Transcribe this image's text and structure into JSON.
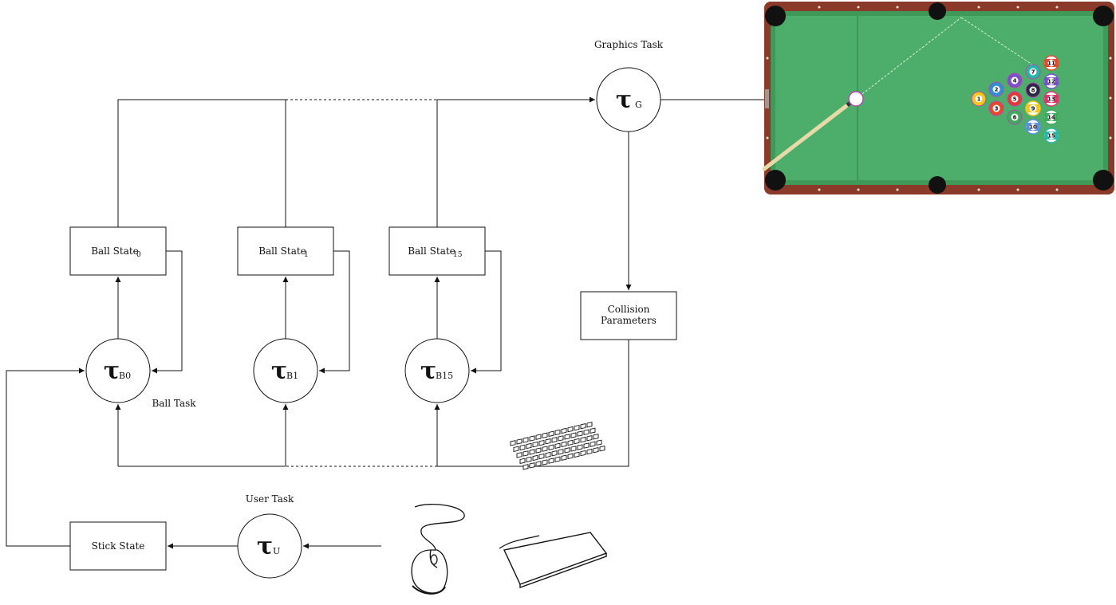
{
  "diagram": {
    "graphics_task": {
      "label": "Graphics Task",
      "symbol": "τ",
      "subscript": "G"
    },
    "ball_states": [
      {
        "label": "Ball State",
        "subscript": "0"
      },
      {
        "label": "Ball State",
        "subscript": "1"
      },
      {
        "label": "Ball State",
        "subscript": "15"
      }
    ],
    "ball_tasks": [
      {
        "symbol": "τ",
        "subscript": "B0"
      },
      {
        "symbol": "τ",
        "subscript": "B1"
      },
      {
        "symbol": "τ",
        "subscript": "B15"
      }
    ],
    "ball_task_label": "Ball Task",
    "collision_parameters": {
      "line1": "Collision",
      "line2": "Parameters"
    },
    "user_task": {
      "label": "User Task",
      "symbol": "τ",
      "subscript": "U"
    },
    "stick_state": {
      "label": "Stick State"
    },
    "input_devices": {
      "mouse_icon": "computer-mouse",
      "keyboard_icon": "keyboard"
    },
    "pool_table": {
      "image": "pool-table-render",
      "colors": {
        "felt": "#4cae6a",
        "rail": "#3f9a5a",
        "wood": "#8b3a2a",
        "pocket": "#111111"
      },
      "balls": [
        {
          "number": "1",
          "color": "#f5c518",
          "stripe": false
        },
        {
          "number": "2",
          "color": "#2f8fd6",
          "stripe": false
        },
        {
          "number": "3",
          "color": "#e5482b",
          "stripe": false
        },
        {
          "number": "4",
          "color": "#7b4fc9",
          "stripe": false
        },
        {
          "number": "5",
          "color": "#e23a33",
          "stripe": false
        },
        {
          "number": "6",
          "color": "#3cab5a",
          "stripe": false
        },
        {
          "number": "7",
          "color": "#23b8a8",
          "stripe": false
        },
        {
          "number": "8",
          "color": "#2a2a44",
          "stripe": false
        },
        {
          "number": "9",
          "color": "#f5c518",
          "stripe": true
        },
        {
          "number": "10",
          "color": "#5b8fe0",
          "stripe": true
        },
        {
          "number": "11",
          "color": "#e5482b",
          "stripe": true
        },
        {
          "number": "12",
          "color": "#7b4fc9",
          "stripe": true
        },
        {
          "number": "13",
          "color": "#e0336b",
          "stripe": true
        },
        {
          "number": "14",
          "color": "#3cab5a",
          "stripe": true
        },
        {
          "number": "15",
          "color": "#23b8a8",
          "stripe": true
        }
      ]
    }
  }
}
